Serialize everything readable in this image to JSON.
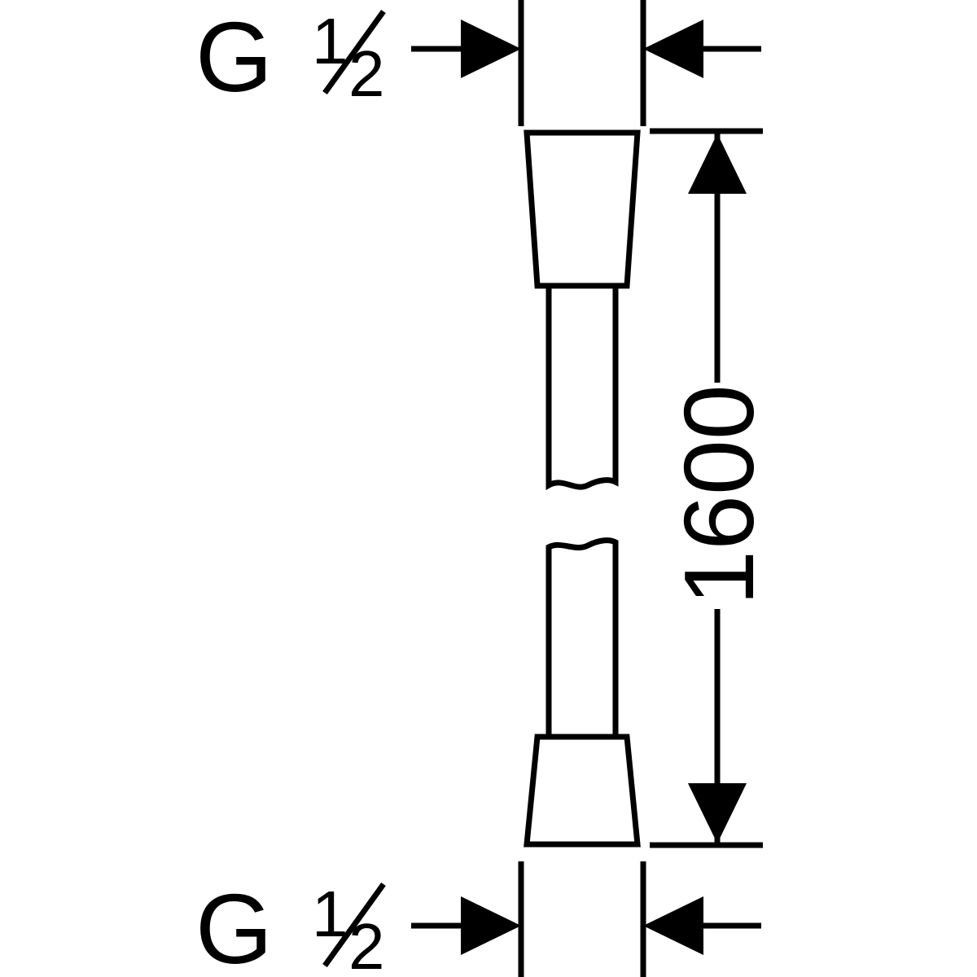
{
  "drawing": {
    "background_color": "#ffffff",
    "line_color": "#000000",
    "top_thread_label": {
      "prefix": "G",
      "fraction": "1/2",
      "numerator": "1",
      "denominator": "2"
    },
    "bottom_thread_label": {
      "prefix": "G",
      "fraction": "1/2",
      "numerator": "1",
      "denominator": "2"
    },
    "length_label": {
      "value": "1600"
    },
    "icons": {
      "top_left_arrow": "arrowhead-right-icon",
      "top_right_arrow": "arrowhead-left-icon",
      "length_top_arrow": "arrowhead-up-icon",
      "length_bottom_arrow": "arrowhead-down-icon",
      "bottom_left_arrow": "arrowhead-right-icon",
      "bottom_right_arrow": "arrowhead-left-icon"
    }
  }
}
